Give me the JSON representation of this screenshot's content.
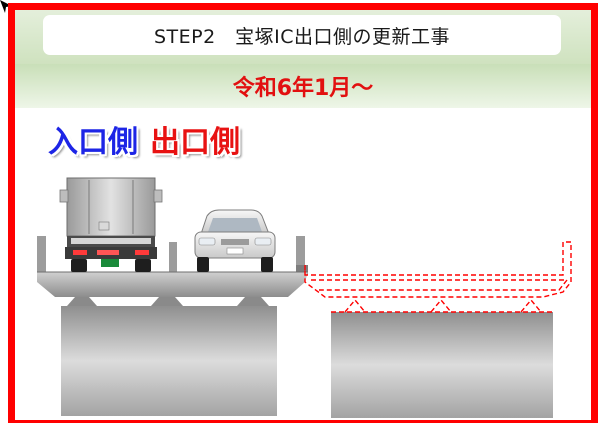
{
  "header": {
    "title": "STEP2　宝塚IC出口側の更新工事",
    "date": "令和6年1月〜"
  },
  "labels": {
    "entrance_side": "入口側",
    "exit_side": "出口側"
  },
  "colors": {
    "frame": "#ff0000",
    "band_green": "#cfe2bf",
    "entrance_blue": "#1d25e6",
    "exit_red": "#e81212",
    "new_structure_dashed": "#ff0000",
    "concrete": "#a6a6a6"
  }
}
